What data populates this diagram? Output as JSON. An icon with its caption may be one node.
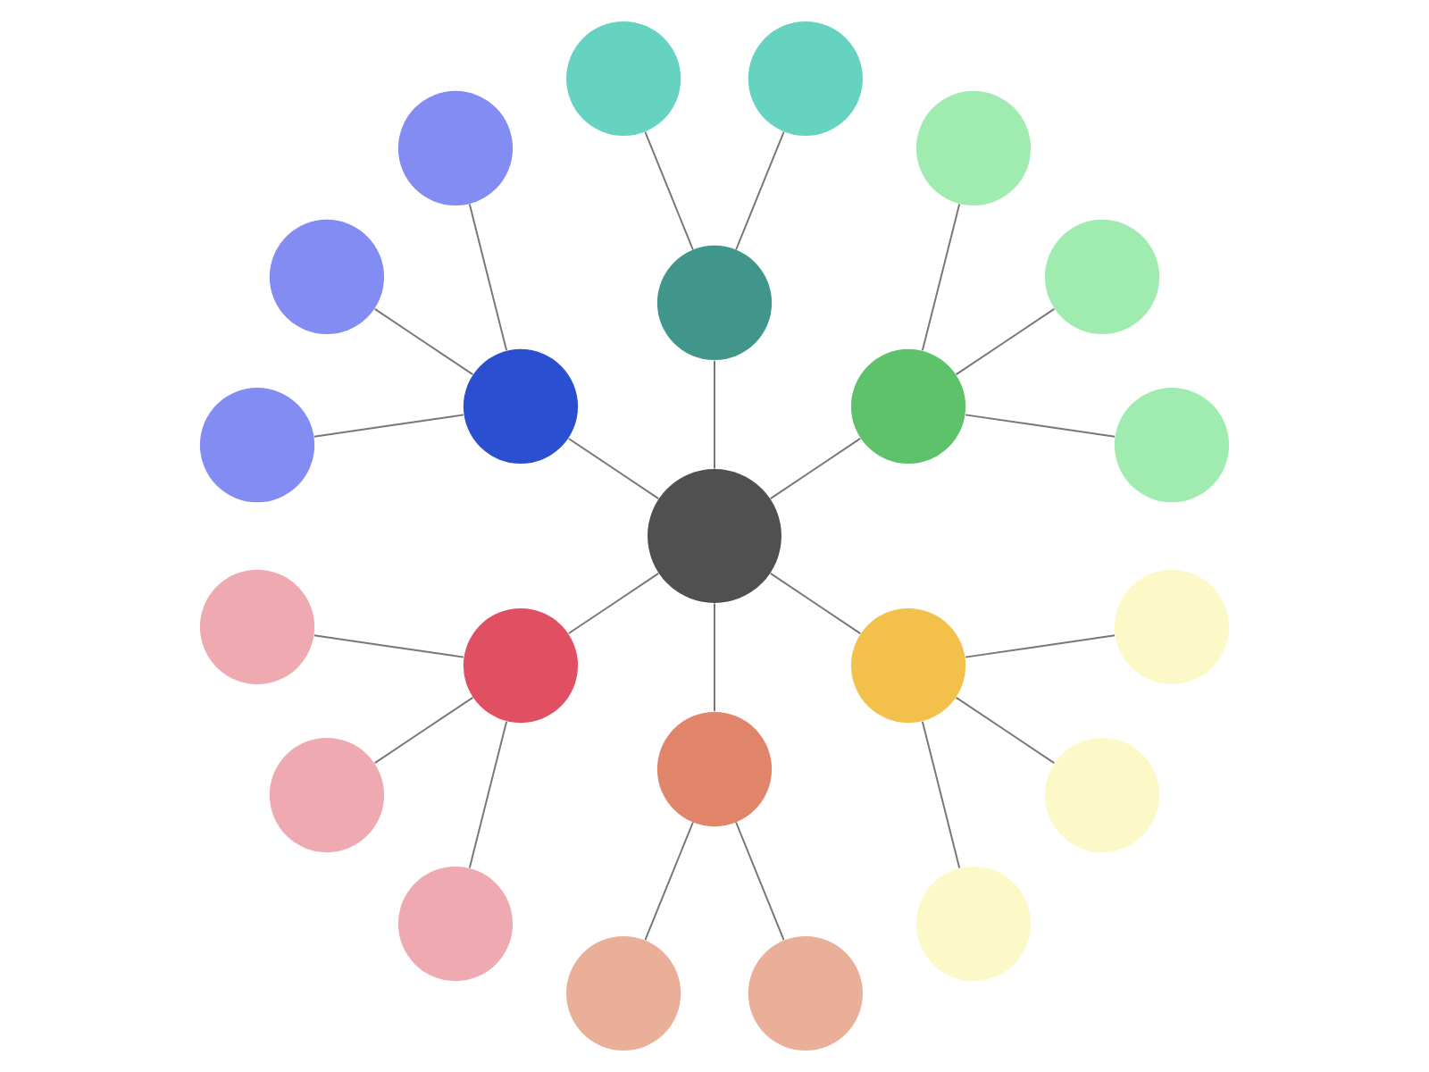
{
  "diagram": {
    "nodes": [
      {
        "text": [],
        "shape": "circle"
      },
      {
        "text": [],
        "shape": "circle"
      },
      {
        "text": [],
        "shape": "circle"
      },
      {
        "text": [],
        "shape": "circle"
      },
      {
        "text": [],
        "shape": "circle"
      },
      {
        "text": [],
        "shape": "circle"
      },
      {
        "text": [],
        "shape": "circle"
      },
      {
        "text": [],
        "shape": "circle"
      },
      {
        "text": [],
        "shape": "circle"
      },
      {
        "text": [],
        "shape": "circle"
      },
      {
        "text": [],
        "shape": "circle"
      },
      {
        "text": [],
        "shape": "circle"
      },
      {
        "text": [],
        "shape": "circle"
      },
      {
        "text": [],
        "shape": "circle"
      },
      {
        "text": [],
        "shape": "circle"
      },
      {
        "text": [],
        "shape": "circle"
      },
      {
        "text": [],
        "shape": "circle"
      },
      {
        "text": [],
        "shape": "circle"
      },
      {
        "text": [],
        "shape": "circle"
      },
      {
        "text": [],
        "shape": "circle"
      },
      {
        "text": [],
        "shape": "circle"
      },
      {
        "text": [],
        "shape": "circle"
      },
      {
        "text": [],
        "shape": "circle"
      }
    ],
    "edges": [
      {
        "from": 0,
        "to": 1,
        "arrow": "none"
      },
      {
        "from": 0,
        "to": 2,
        "arrow": "none"
      },
      {
        "from": 0,
        "to": 3,
        "arrow": "none"
      },
      {
        "from": 0,
        "to": 4,
        "arrow": "none"
      },
      {
        "from": 0,
        "to": 5,
        "arrow": "none"
      },
      {
        "from": 0,
        "to": 6,
        "arrow": "none"
      },
      {
        "from": 1,
        "to": 7,
        "arrow": "none"
      },
      {
        "from": 1,
        "to": 8,
        "arrow": "none"
      },
      {
        "from": 1,
        "to": 9,
        "arrow": "none"
      },
      {
        "from": 2,
        "to": 10,
        "arrow": "none"
      },
      {
        "from": 2,
        "to": 11,
        "arrow": "none"
      },
      {
        "from": 3,
        "to": 12,
        "arrow": "none"
      },
      {
        "from": 3,
        "to": 13,
        "arrow": "none"
      },
      {
        "from": 3,
        "to": 14,
        "arrow": "none"
      },
      {
        "from": 4,
        "to": 15,
        "arrow": "none"
      },
      {
        "from": 4,
        "to": 16,
        "arrow": "none"
      },
      {
        "from": 4,
        "to": 17,
        "arrow": "none"
      },
      {
        "from": 5,
        "to": 18,
        "arrow": "none"
      },
      {
        "from": 5,
        "to": 19,
        "arrow": "none"
      },
      {
        "from": 6,
        "to": 20,
        "arrow": "none"
      },
      {
        "from": 6,
        "to": 21,
        "arrow": "none"
      },
      {
        "from": 6,
        "to": 22,
        "arrow": "none"
      }
    ]
  }
}
